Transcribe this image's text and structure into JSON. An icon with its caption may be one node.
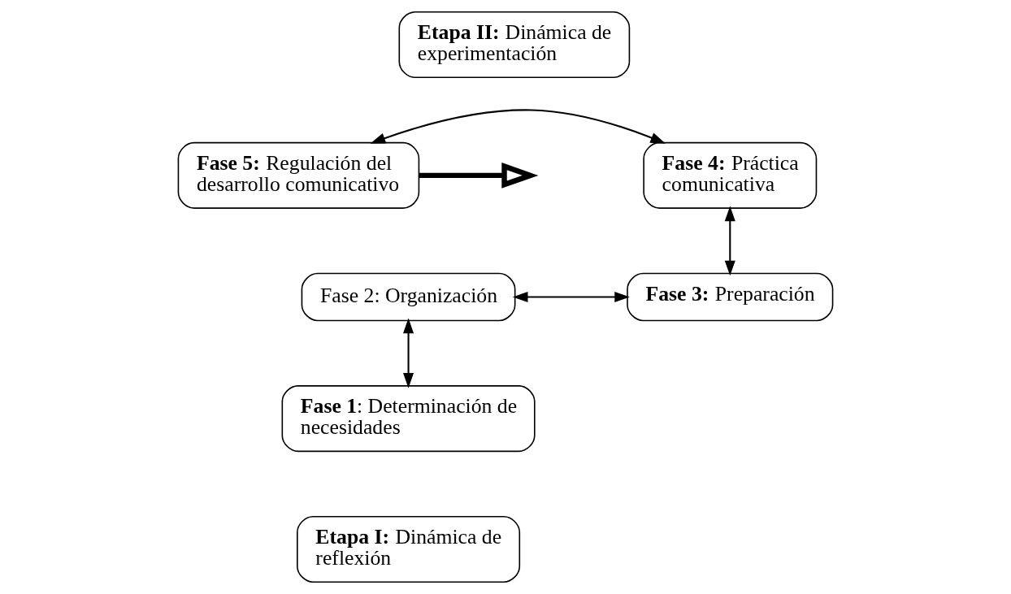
{
  "diagram": {
    "nodes": [
      {
        "text": [
          "**Etapa II:** Dinámica de experimentación"
        ]
      },
      {
        "text": [
          "**Fase 5:** Regulación del desarrollo comunicativo"
        ]
      },
      {
        "text": [
          "**Fase 4:** Práctica comunicativa"
        ]
      },
      {
        "text": [
          "Fase 2: Organización"
        ]
      },
      {
        "text": [
          "**Fase 3:** Preparación"
        ]
      },
      {
        "text": [
          "**Fase 1**: Determinación de necesidades"
        ]
      },
      {
        "text": [
          "**Etapa I:** Dinámica de reflexión"
        ]
      }
    ],
    "edges": [
      {
        "from": 1,
        "to": 2,
        "arrow": "both"
      },
      {
        "from": 2,
        "to": 4,
        "arrow": "both"
      },
      {
        "from": 3,
        "to": 4,
        "arrow": "both"
      },
      {
        "from": 3,
        "to": 5,
        "arrow": "both"
      },
      {
        "from": 1,
        "to": null,
        "arrow": "to",
        "style": "thick"
      }
    ]
  }
}
